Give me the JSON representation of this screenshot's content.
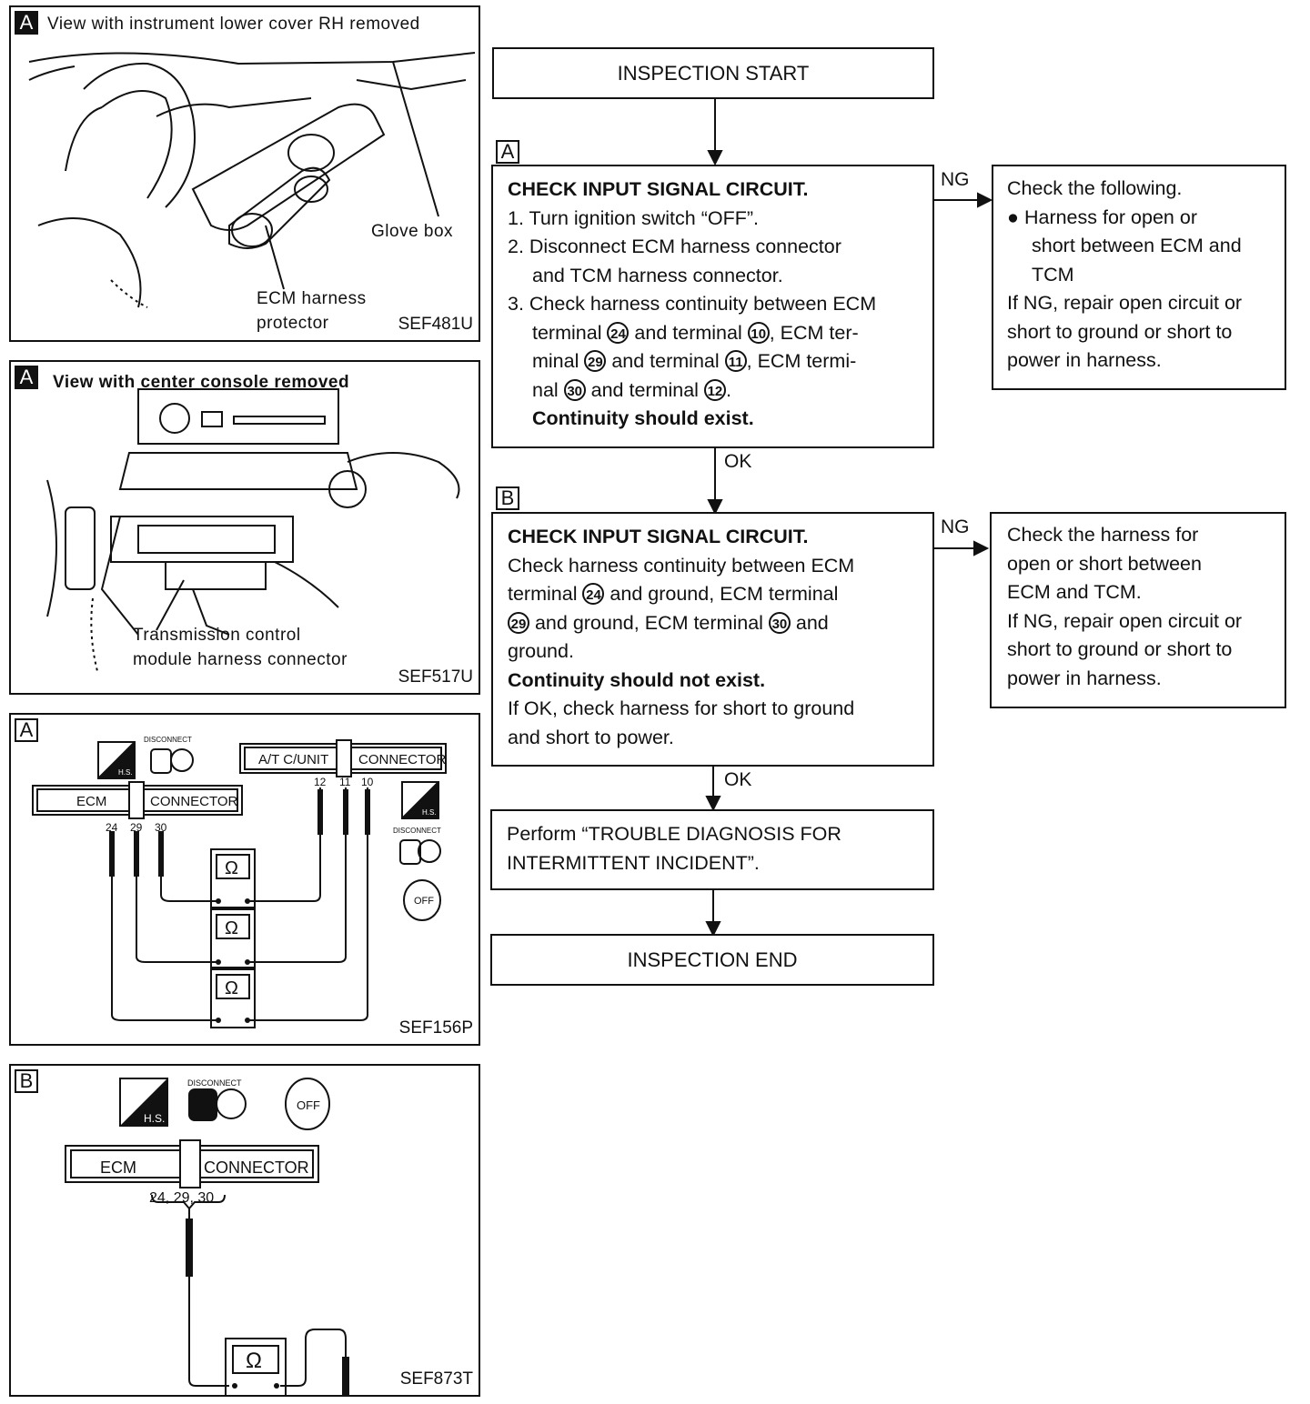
{
  "panels": [
    {
      "tag": "A",
      "caption": "View with instrument lower cover RH removed",
      "labels": [
        "Glove box",
        "ECM harness",
        "protector"
      ],
      "code": "SEF481U"
    },
    {
      "tag": "A",
      "caption": "View with center console removed",
      "labels": [
        "Transmission control",
        "module harness connector"
      ],
      "code": "SEF517U"
    },
    {
      "tag": "A",
      "code": "SEF156P",
      "left_connector": [
        "ECM",
        "CONNECTOR"
      ],
      "right_connector": [
        "A/T C/UNIT",
        "CONNECTOR"
      ],
      "left_pins": [
        "24",
        "29",
        "30"
      ],
      "right_pins": [
        "12",
        "11",
        "10"
      ],
      "meter": "Ω",
      "disconnect": "DISCONNECT",
      "hs": "H.S.",
      "off": "OFF"
    },
    {
      "tag": "B",
      "code": "SEF873T",
      "connector": [
        "ECM",
        "CONNECTOR"
      ],
      "pins": "24, 29, 30",
      "meter": "Ω",
      "disconnect": "DISCONNECT",
      "hs": "H.S.",
      "off": "OFF"
    }
  ],
  "flow": {
    "start": "INSPECTION START",
    "end": "INSPECTION END",
    "step_a": {
      "tag": "A",
      "title": "CHECK INPUT SIGNAL CIRCUIT.",
      "l1": "1. Turn ignition switch “OFF”.",
      "l2": "2. Disconnect ECM harness connector",
      "l3": "and TCM harness connector.",
      "l4": "3. Check harness continuity between ECM",
      "l5a": "terminal ",
      "n24": "24",
      "l5b": " and terminal ",
      "n10": "10",
      "l5c": ", ECM ter-",
      "l6a": "minal ",
      "n29": "29",
      "l6b": " and terminal ",
      "n11": "11",
      "l6c": ", ECM termi-",
      "l7a": "nal ",
      "n30": "30",
      "l7b": " and terminal ",
      "n12": "12",
      "l7c": ".",
      "l8": "Continuity should exist."
    },
    "ng_a": {
      "label": "NG",
      "l1": "Check the following.",
      "l2": "● Harness for open or",
      "l3": "short between ECM and",
      "l4": "TCM",
      "l5": "If NG, repair open circuit or",
      "l6": "short to ground or short to",
      "l7": "power in harness."
    },
    "ok1": "OK",
    "step_b": {
      "tag": "B",
      "title": "CHECK INPUT SIGNAL CIRCUIT.",
      "l1": "Check harness continuity between ECM",
      "l2a": "terminal ",
      "n24": "24",
      "l2b": " and ground, ECM terminal",
      "n29": "29",
      "l3b": " and ground, ECM terminal ",
      "n30": "30",
      "l3c": " and",
      "l4": "ground.",
      "l5": "Continuity should not exist.",
      "l6": "If OK, check harness for short to ground",
      "l7": "and short to power."
    },
    "ng_b": {
      "label": "NG",
      "l1": "Check the harness for",
      "l2": "open or short between",
      "l3": "ECM and TCM.",
      "l4": "If NG, repair open circuit or",
      "l5": "short to ground or short to",
      "l6": "power in harness."
    },
    "ok2": "OK",
    "perform": {
      "l1": "Perform “TROUBLE DIAGNOSIS FOR",
      "l2": "INTERMITTENT INCIDENT”."
    }
  }
}
